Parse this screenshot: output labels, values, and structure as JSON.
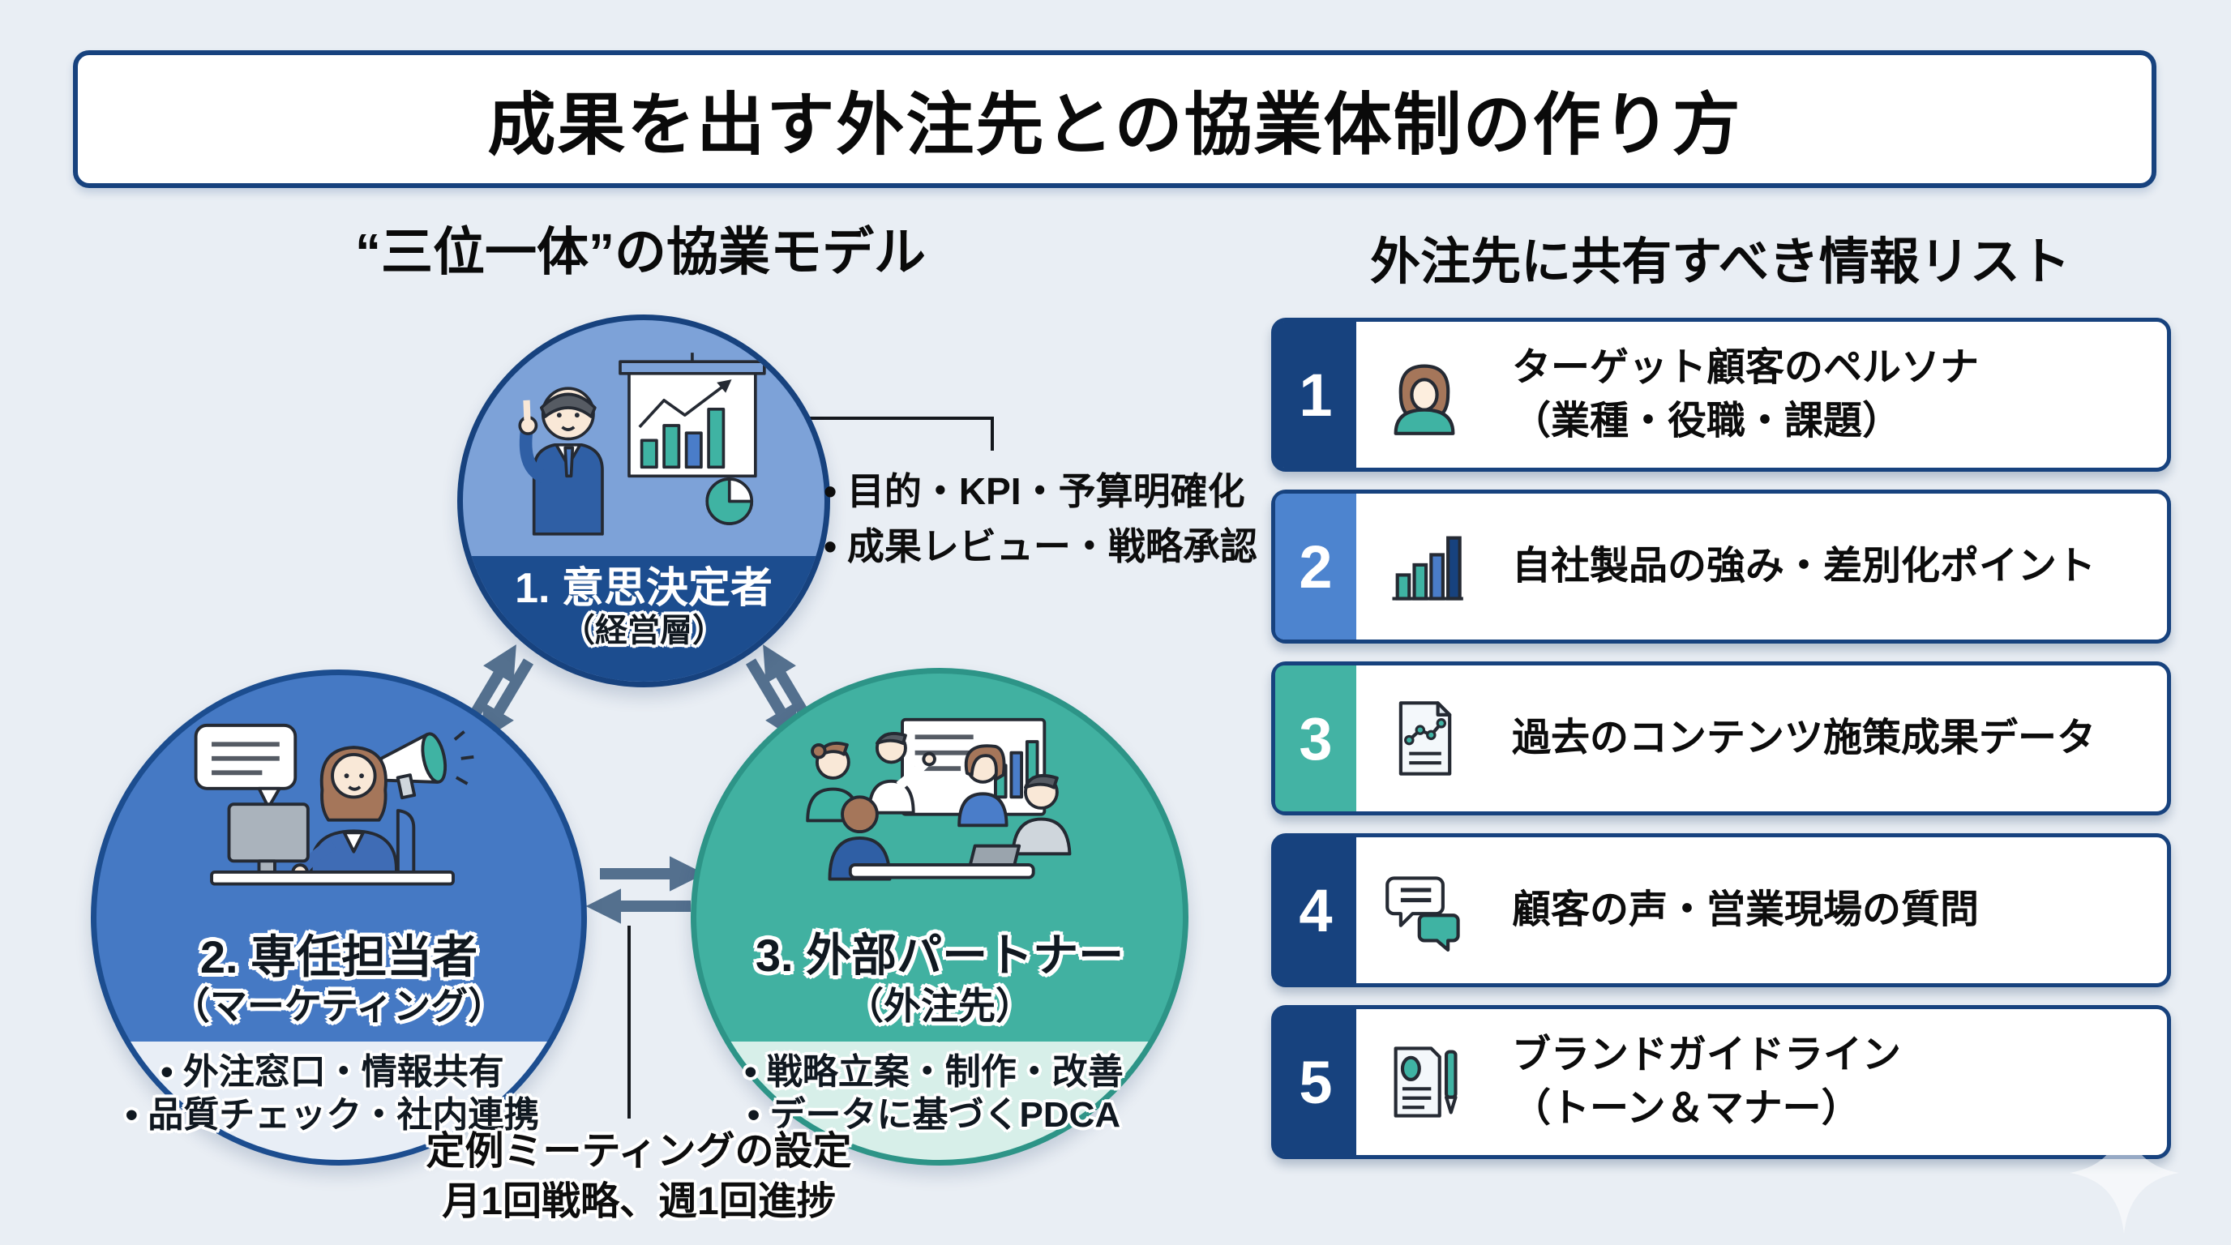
{
  "title": "成果を出す外注先との協業体制の作り方",
  "model": {
    "heading": "“三位一体”の協業モデル",
    "circle1": {
      "label": "1. 意思決定者",
      "sublabel": "（経営層）"
    },
    "circle1_notes": [
      "• 目的・KPI・予算明確化",
      "• 成果レビュー・戦略承認"
    ],
    "circle2": {
      "label": "2. 専任担当者",
      "sublabel": "（マーケティング）",
      "bullets": [
        "• 外注窓口・情報共有",
        "• 品質チェック・社内連携"
      ]
    },
    "circle3": {
      "label": "3. 外部パートナー",
      "sublabel": "（外注先）",
      "bullets": [
        "• 戦略立案・制作・改善",
        "• データに基づくPDCA"
      ]
    },
    "meeting_note": [
      "定例ミーティングの設定",
      "月1回戦略、週1回進捗"
    ]
  },
  "share_list": {
    "heading": "外注先に共有すべき情報リスト",
    "items": [
      {
        "number": "1",
        "icon": "persona-icon",
        "tab_color": "#17427e",
        "lines": [
          "ターゲット顧客のペルソナ",
          "（業種・役職・課題）"
        ]
      },
      {
        "number": "2",
        "icon": "bar-chart-icon",
        "tab_color": "#4d84cf",
        "lines": [
          "自社製品の強み・差別化ポイント"
        ]
      },
      {
        "number": "3",
        "icon": "report-chart-icon",
        "tab_color": "#43b3a4",
        "lines": [
          "過去のコンテンツ施策成果データ"
        ]
      },
      {
        "number": "4",
        "icon": "speech-bubbles-icon",
        "tab_color": "#17427e",
        "lines": [
          "顧客の声・営業現場の質問"
        ]
      },
      {
        "number": "5",
        "icon": "brand-guideline-icon",
        "tab_color": "#17427e",
        "lines": [
          "ブランドガイドライン",
          "（トーン＆マナー）"
        ]
      }
    ]
  },
  "colors": {
    "background": "#e9eef4",
    "navy": "#17427e",
    "navy_band": "#1c4d8f",
    "circle1_fill": "#7da2d8",
    "circle2_fill": "#4579c4",
    "circle3_fill": "#41b1a1",
    "teal": "#3fb3a3",
    "medium_blue": "#4d84cf",
    "arrow": "#54708e"
  }
}
